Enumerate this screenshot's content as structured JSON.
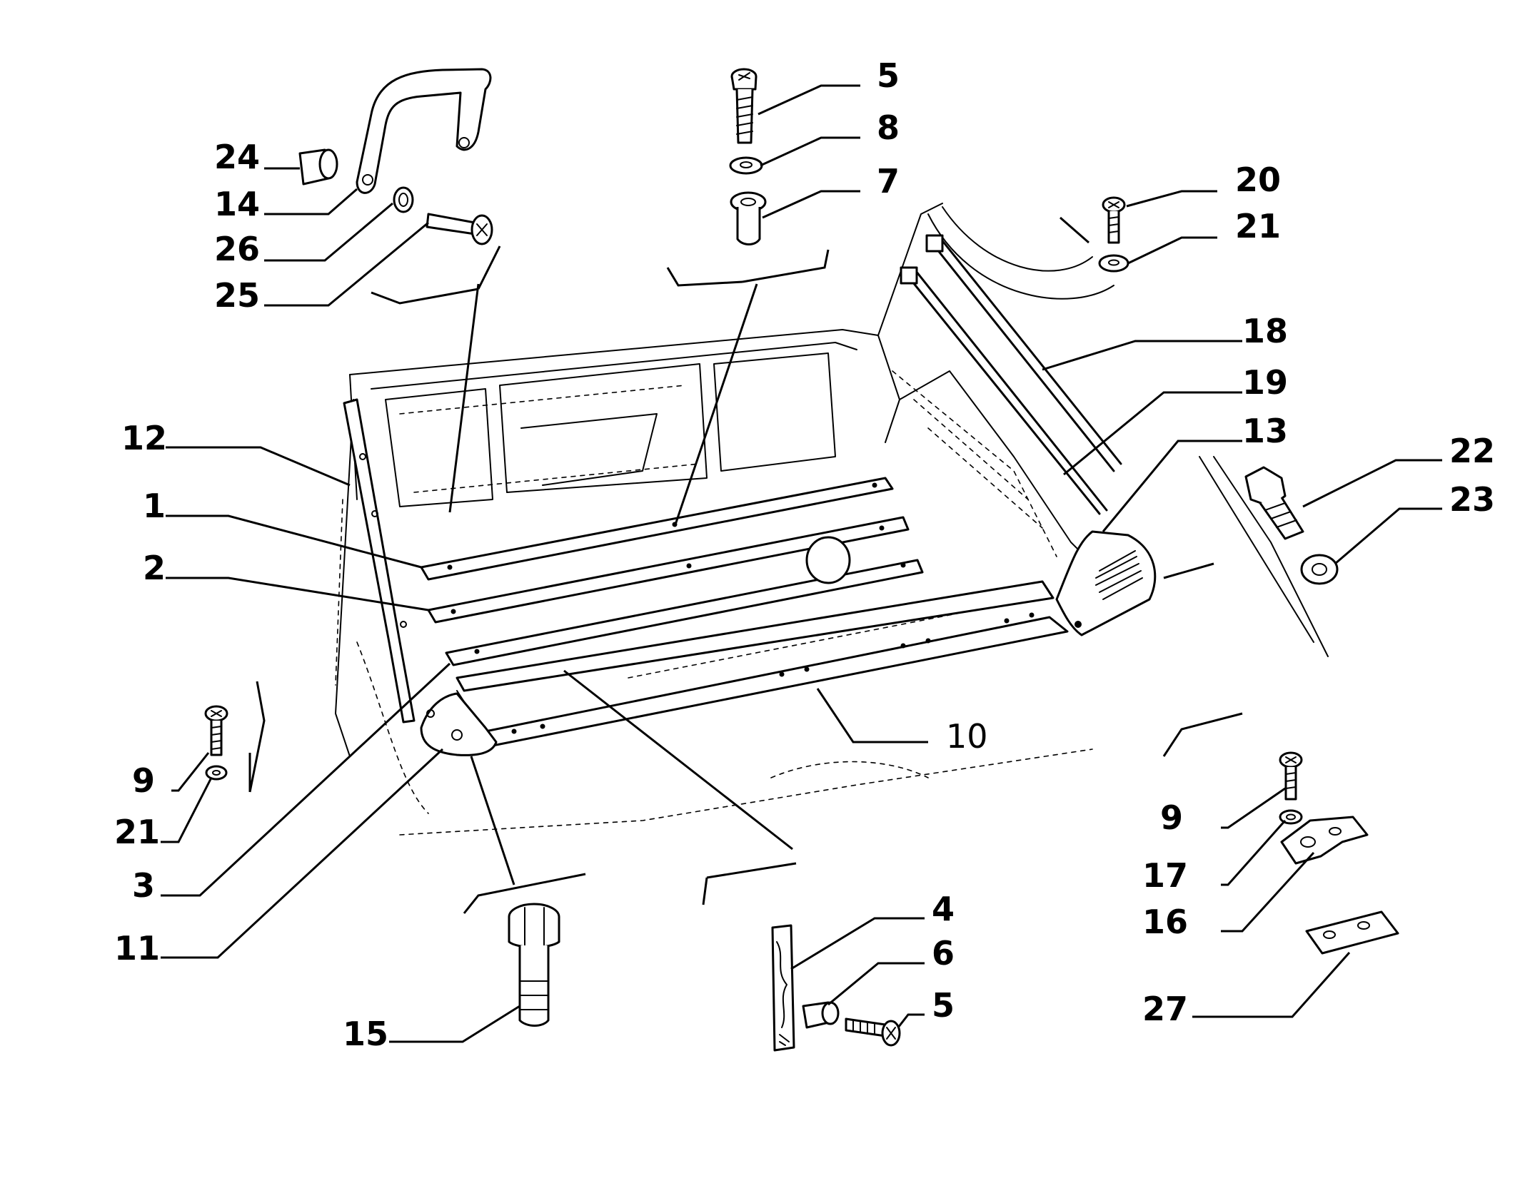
{
  "callouts": [
    {
      "id": "c24a",
      "text": "24"
    },
    {
      "id": "c14",
      "text": "14"
    },
    {
      "id": "c26",
      "text": "26"
    },
    {
      "id": "c25",
      "text": "25"
    },
    {
      "id": "c5a",
      "text": "5"
    },
    {
      "id": "c8",
      "text": "8"
    },
    {
      "id": "c7",
      "text": "7"
    },
    {
      "id": "c20",
      "text": "20"
    },
    {
      "id": "c21a",
      "text": "21"
    },
    {
      "id": "c18",
      "text": "18"
    },
    {
      "id": "c19",
      "text": "19"
    },
    {
      "id": "c13",
      "text": "13"
    },
    {
      "id": "c22",
      "text": "22"
    },
    {
      "id": "c23",
      "text": "23"
    },
    {
      "id": "c12",
      "text": "12"
    },
    {
      "id": "c1",
      "text": "1"
    },
    {
      "id": "c2",
      "text": "2"
    },
    {
      "id": "c10",
      "text": "10"
    },
    {
      "id": "c9a",
      "text": "9"
    },
    {
      "id": "c21b",
      "text": "21"
    },
    {
      "id": "c3",
      "text": "3"
    },
    {
      "id": "c11",
      "text": "11"
    },
    {
      "id": "c9b",
      "text": "9"
    },
    {
      "id": "c17",
      "text": "17"
    },
    {
      "id": "c16",
      "text": "16"
    },
    {
      "id": "c27",
      "text": "27"
    },
    {
      "id": "c4",
      "text": "4"
    },
    {
      "id": "c6",
      "text": "6"
    },
    {
      "id": "c5b",
      "text": "5"
    },
    {
      "id": "c15",
      "text": "15"
    }
  ]
}
